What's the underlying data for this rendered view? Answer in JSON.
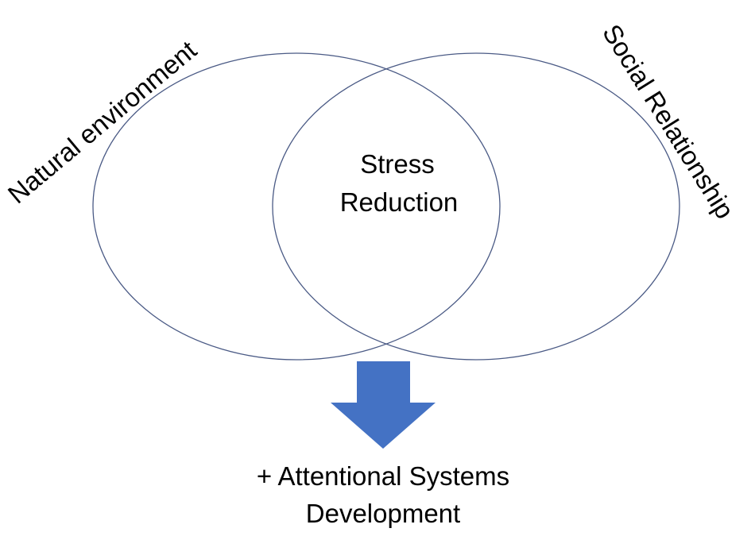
{
  "diagram": {
    "left_label": "Natural environment",
    "right_label": "Social Relationship",
    "center_line1": "Stress",
    "center_line2": "Reduction",
    "bottom_line1": "+ Attentional Systems",
    "bottom_line2": "Development"
  },
  "colors": {
    "circle_stroke": "#4a5a85",
    "arrow_fill": "#4472c4",
    "text": "#000000"
  },
  "icons": {
    "arrow": "down-arrow-icon"
  }
}
